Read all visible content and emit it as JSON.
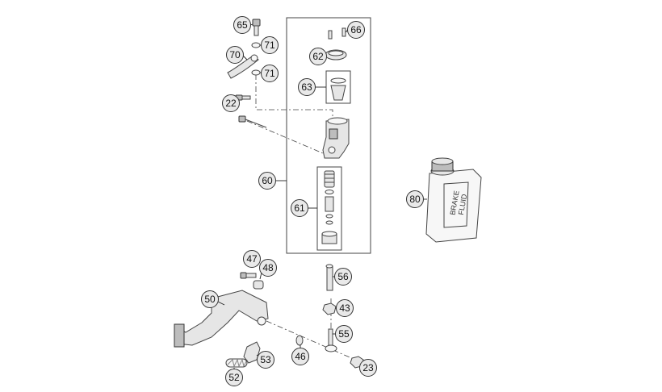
{
  "callouts": [
    {
      "id": "c65",
      "label": "65"
    },
    {
      "id": "c71a",
      "label": "71"
    },
    {
      "id": "c70",
      "label": "70"
    },
    {
      "id": "c71b",
      "label": "71"
    },
    {
      "id": "c22",
      "label": "22"
    },
    {
      "id": "c66",
      "label": "66"
    },
    {
      "id": "c62",
      "label": "62"
    },
    {
      "id": "c63",
      "label": "63"
    },
    {
      "id": "c60",
      "label": "60"
    },
    {
      "id": "c61",
      "label": "61"
    },
    {
      "id": "c80",
      "label": "80"
    },
    {
      "id": "c47",
      "label": "47"
    },
    {
      "id": "c48",
      "label": "48"
    },
    {
      "id": "c56",
      "label": "56"
    },
    {
      "id": "c50",
      "label": "50"
    },
    {
      "id": "c43",
      "label": "43"
    },
    {
      "id": "c55",
      "label": "55"
    },
    {
      "id": "c53",
      "label": "53"
    },
    {
      "id": "c46",
      "label": "46"
    },
    {
      "id": "c23",
      "label": "23"
    },
    {
      "id": "c52",
      "label": "52"
    }
  ],
  "bottle_label": {
    "line1": "BRAKE",
    "line2": "FLUID"
  }
}
